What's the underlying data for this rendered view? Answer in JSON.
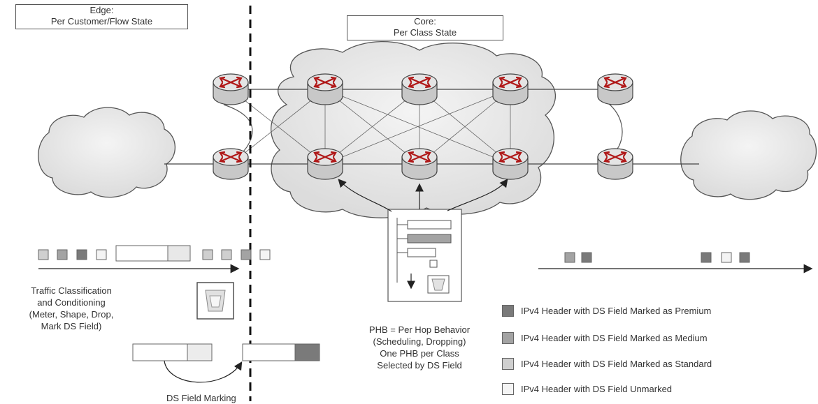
{
  "edge_label": {
    "line1": "Edge:",
    "line2": "Per Customer/Flow State"
  },
  "core_label": {
    "line1": "Core:",
    "line2": "Per Class State"
  },
  "traffic_label": {
    "line1": "Traffic Classification",
    "line2": "and Conditioning",
    "line3": "(Meter, Shape, Drop,",
    "line4": "Mark DS Field)"
  },
  "phb_label": {
    "line1": "PHB = Per Hop Behavior",
    "line2": "(Scheduling, Dropping)",
    "line3": "One PHB per Class",
    "line4": "Selected by DS Field"
  },
  "marking_label": "DS Field Marking",
  "legend": [
    {
      "label": "IPv4 Header with DS Field Marked as Premium",
      "color": "#7a7a7a"
    },
    {
      "label": "IPv4 Header with DS Field Marked as Medium",
      "color": "#a3a3a3"
    },
    {
      "label": "IPv4 Header with DS Field Marked as Standard",
      "color": "#cfcfcf"
    },
    {
      "label": "IPv4 Header with DS Field Unmarked",
      "color": "#f4f4f4"
    }
  ],
  "colors": {
    "router_top": "#e4e4e4",
    "router_side": "#c8c8c8",
    "router_arrows": "#b01818",
    "cloud_fill": "#ececec"
  }
}
